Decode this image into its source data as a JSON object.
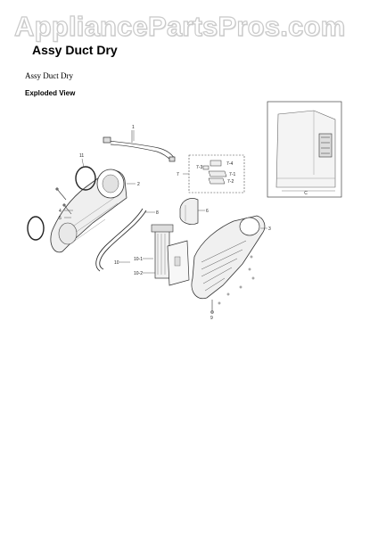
{
  "watermark": "AppliancePartsPros.com",
  "header": {
    "title": "Assy Duct Dry"
  },
  "content": {
    "subtitle": "Assy Duct Dry",
    "section_label": "Exploded View"
  },
  "diagram": {
    "callouts": [
      "1",
      "2",
      "3",
      "4",
      "5",
      "6",
      "7",
      "8",
      "9",
      "10",
      "11",
      "7-3",
      "7-4",
      "7-1",
      "7-2",
      "10-1",
      "10-2"
    ],
    "inset_label": "C"
  }
}
